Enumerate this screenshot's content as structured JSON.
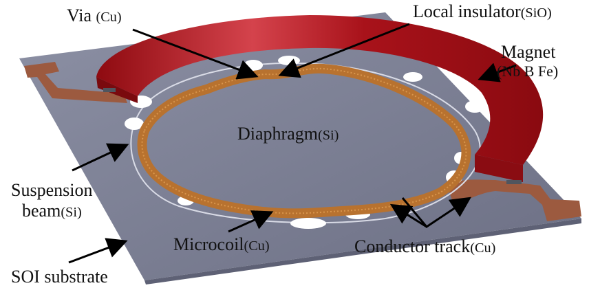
{
  "figure": {
    "type": "3D device schematic",
    "colors": {
      "substrate": "#717488",
      "substrate_edge": "#9a9db0",
      "magnet": "#a30f16",
      "magnet_highlight": "#d6404a",
      "coil": "#b8722f",
      "track": "#9c5a3f",
      "hole": "#ffffff",
      "arrow": "#000000"
    }
  },
  "labels": {
    "via": {
      "main": "Via",
      "material": "(Cu)"
    },
    "insulator": {
      "main": "Local insulator",
      "material": "(SiO)"
    },
    "magnet": {
      "main": "Magnet",
      "material": "(Nb B Fe)"
    },
    "diaphragm": {
      "main": "Diaphragm",
      "material": "(Si)"
    },
    "suspension": {
      "line1": "Suspension",
      "main": "beam",
      "material": "(Si)"
    },
    "microcoil": {
      "main": "Microcoil",
      "material": "(Cu)"
    },
    "conductor": {
      "main": "Conductor track",
      "material": "(Cu)"
    },
    "substrate": {
      "main": "SOI substrate"
    }
  }
}
